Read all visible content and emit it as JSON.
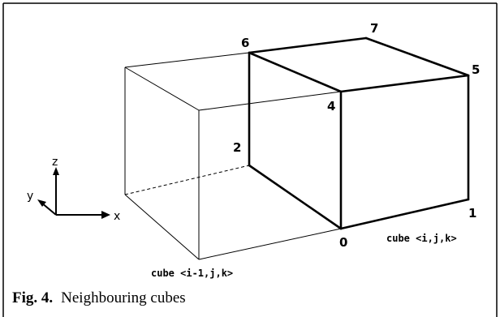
{
  "vertices": {
    "v0": "0",
    "v1": "1",
    "v2": "2",
    "v4": "4",
    "v5": "5",
    "v6": "6",
    "v7": "7"
  },
  "cubes": {
    "right": "cube <i,j,k>",
    "left": "cube <i-1,j,k>"
  },
  "axes": {
    "z": "z",
    "y": "y",
    "x": "x"
  },
  "caption": {
    "fig": "Fig. 4.",
    "text": "Neighbouring cubes"
  }
}
